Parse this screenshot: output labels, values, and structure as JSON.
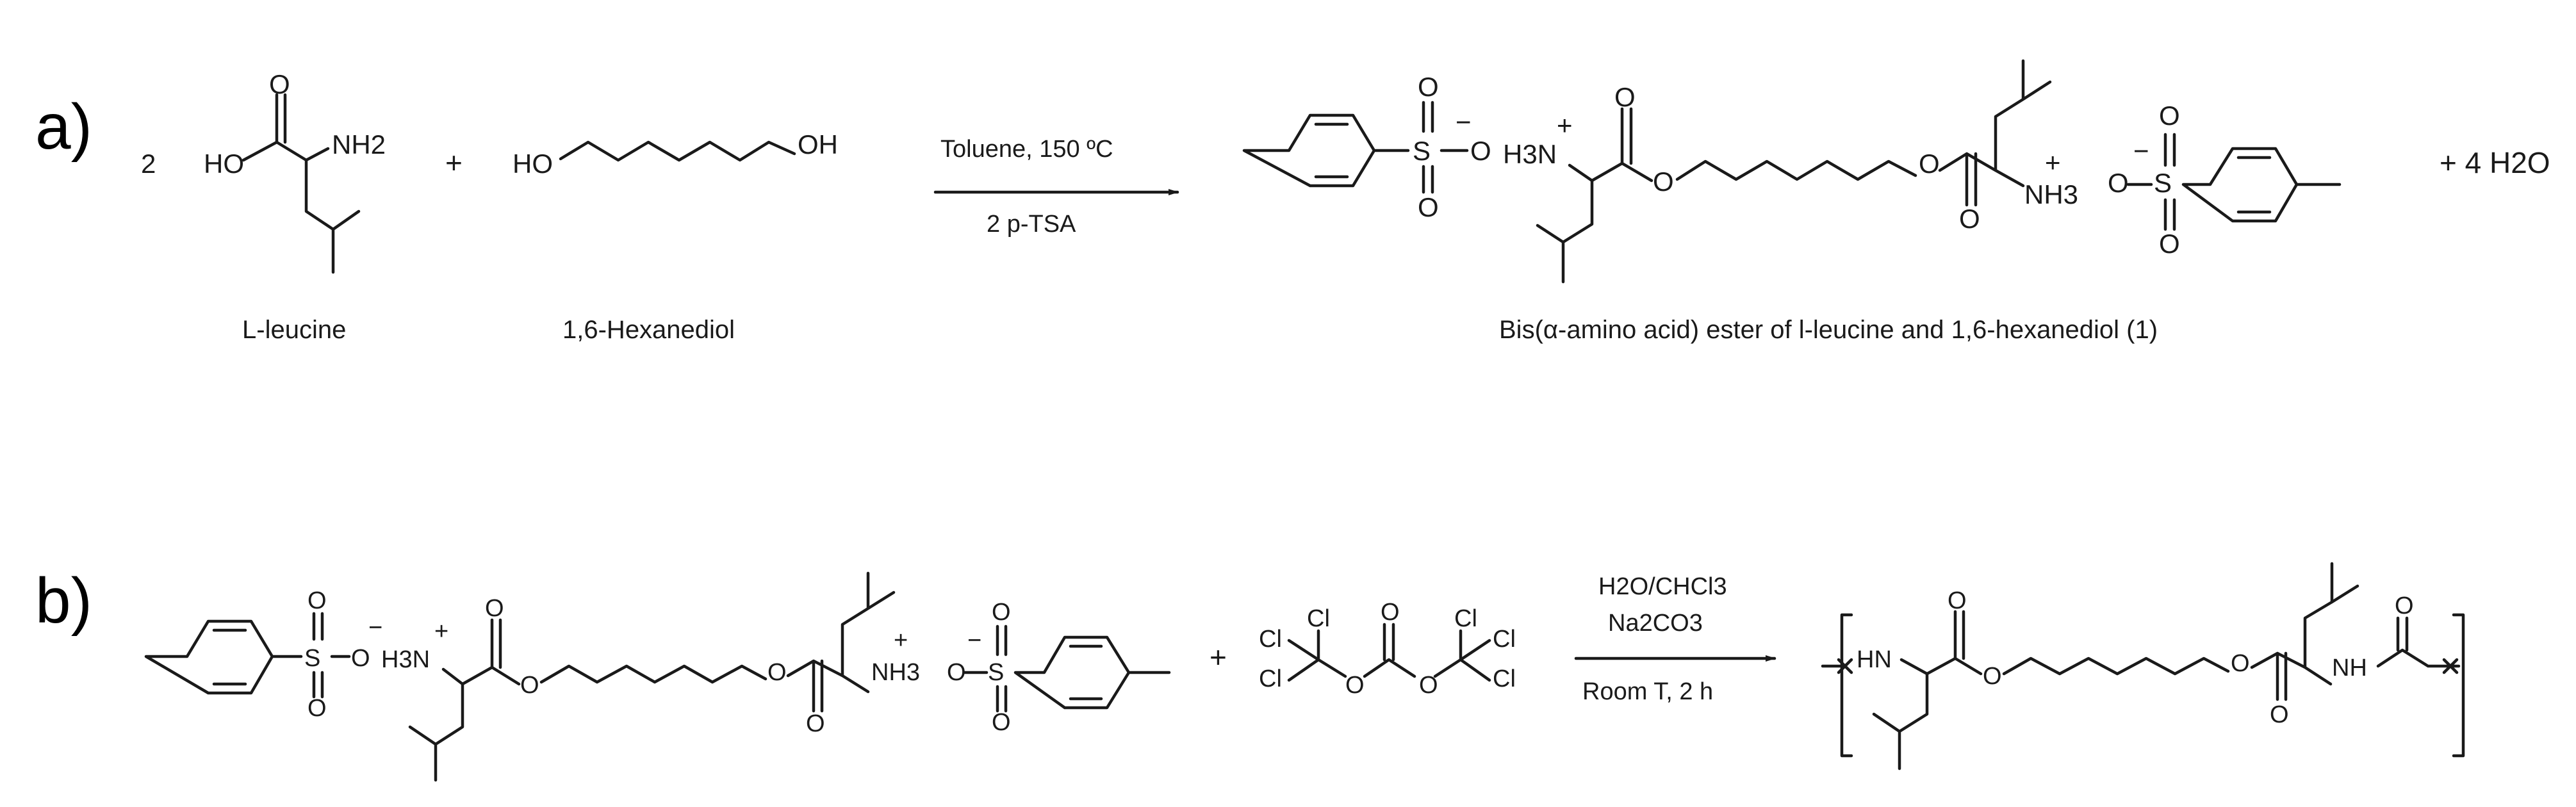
{
  "panel_a": {
    "panel_label": "a)",
    "coefficient": "2",
    "plus_sign": "+",
    "leucine": {
      "name": "L-leucine",
      "atoms": [
        "O",
        "HO",
        "NH2"
      ]
    },
    "hexanediol": {
      "name": "1,6-Hexanediol",
      "atoms": [
        "HO",
        "OH"
      ]
    },
    "conditions": {
      "above": "Toluene, 150 ºC",
      "below": "2 p-TSA"
    },
    "product": {
      "name": "Bis(α-amino acid) ester of l-leucine and 1,6-hexanediol (1)",
      "atoms": [
        "S",
        "O",
        "O",
        "O",
        "−",
        "H3N",
        "+",
        "O",
        "O",
        "O",
        "O",
        "NH3",
        "+",
        "O",
        "S",
        "O",
        "O",
        "−"
      ]
    },
    "byproduct": "+ 4 H2O"
  },
  "panel_b": {
    "panel_label": "b)",
    "plus_sign": "+",
    "reactant_atoms": [
      "S",
      "O",
      "O",
      "O",
      "−",
      "H3N",
      "+",
      "O",
      "O",
      "O",
      "O",
      "NH3",
      "+",
      "O",
      "S",
      "O",
      "O",
      "−"
    ],
    "triphosgene_atoms": [
      "Cl",
      "Cl",
      "Cl",
      "Cl",
      "Cl",
      "Cl",
      "O",
      "O",
      "O"
    ],
    "conditions": {
      "line1": "H2O/CHCl3",
      "line2": "Na2CO3",
      "line3": "Room T, 2 h"
    },
    "polymer_atoms": [
      "HN",
      "O",
      "O",
      "O",
      "O",
      "NH",
      "O"
    ]
  },
  "colors": {
    "ink": "#1a1a1a",
    "background": "#ffffff"
  }
}
